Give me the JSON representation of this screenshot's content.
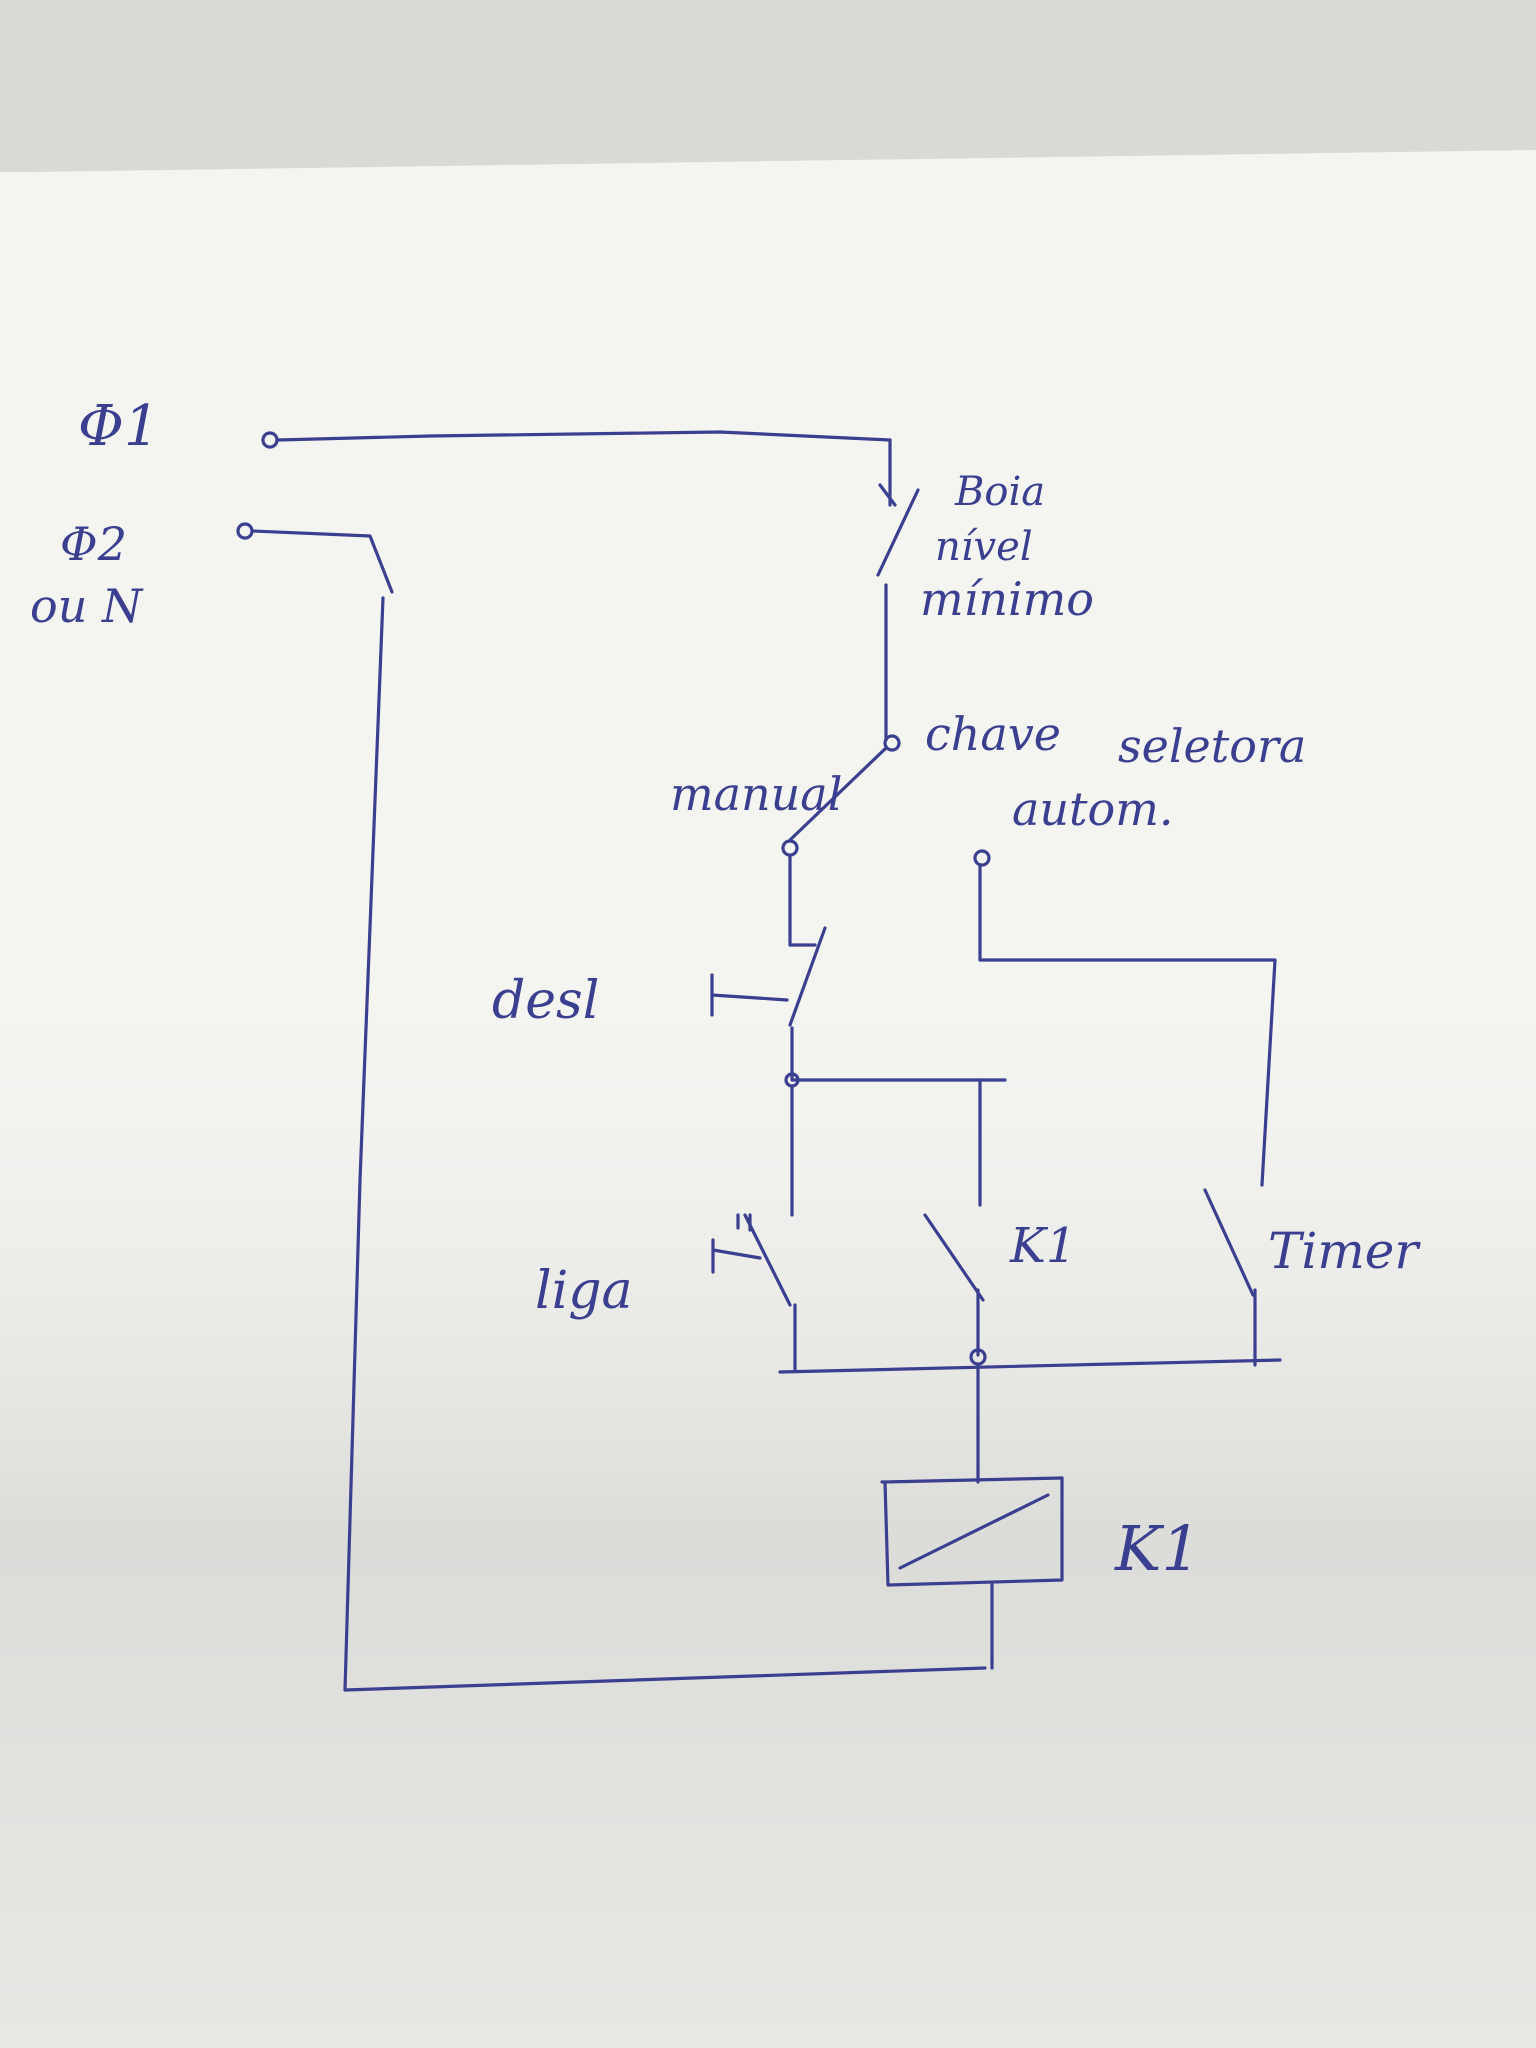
{
  "diagram": {
    "supply": {
      "phase1": "Φ1",
      "phase2": "Φ2",
      "neutral_alt": "ou N"
    },
    "components": {
      "float_switch": [
        "Boia",
        "nível",
        "mínimo"
      ],
      "selector": [
        "chave",
        "seletora"
      ],
      "selector_manual": "manual",
      "selector_auto": "autom.",
      "stop_button": "desl",
      "start_button": "liga",
      "aux_contact": "K1",
      "timer_contact": "Timer",
      "coil": "K1"
    },
    "colors": {
      "ink": "#3a3f8f",
      "paper": "#f4f4f1",
      "background": "#d9d9d6"
    }
  }
}
